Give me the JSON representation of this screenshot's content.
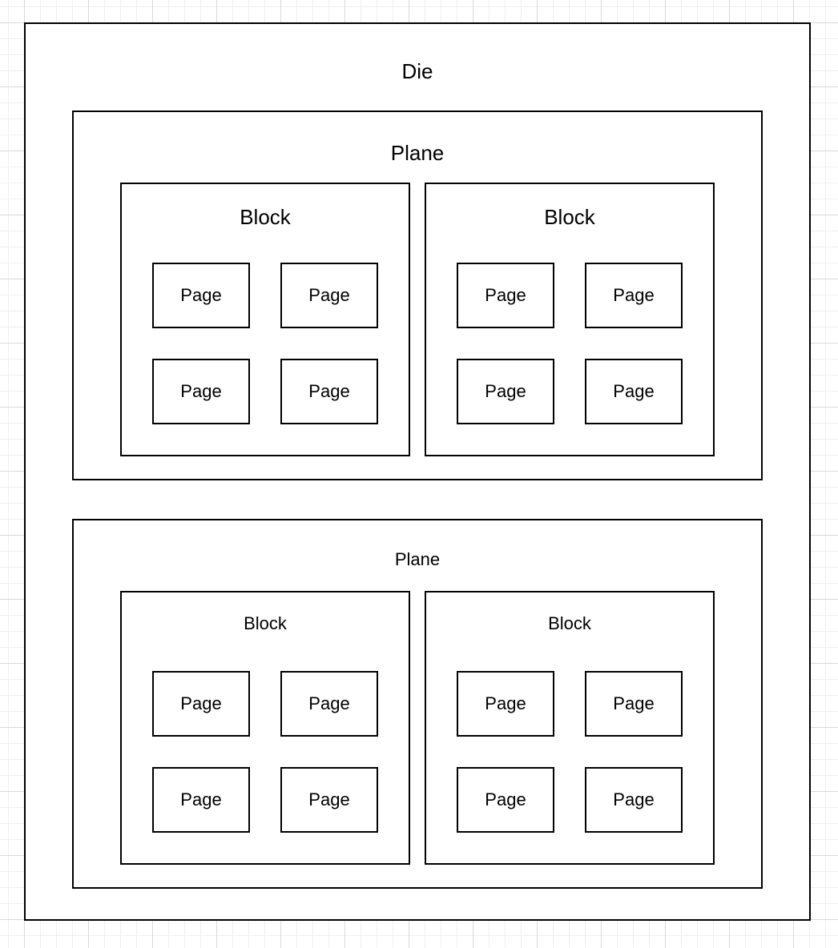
{
  "diagram": {
    "die": {
      "label": "Die",
      "planes": [
        {
          "label": "Plane",
          "blocks": [
            {
              "label": "Block",
              "pages": [
                "Page",
                "Page",
                "Page",
                "Page"
              ]
            },
            {
              "label": "Block",
              "pages": [
                "Page",
                "Page",
                "Page",
                "Page"
              ]
            }
          ]
        },
        {
          "label": "Plane",
          "blocks": [
            {
              "label": "Block",
              "pages": [
                "Page",
                "Page",
                "Page",
                "Page"
              ]
            },
            {
              "label": "Block",
              "pages": [
                "Page",
                "Page",
                "Page",
                "Page"
              ]
            }
          ]
        }
      ]
    }
  }
}
